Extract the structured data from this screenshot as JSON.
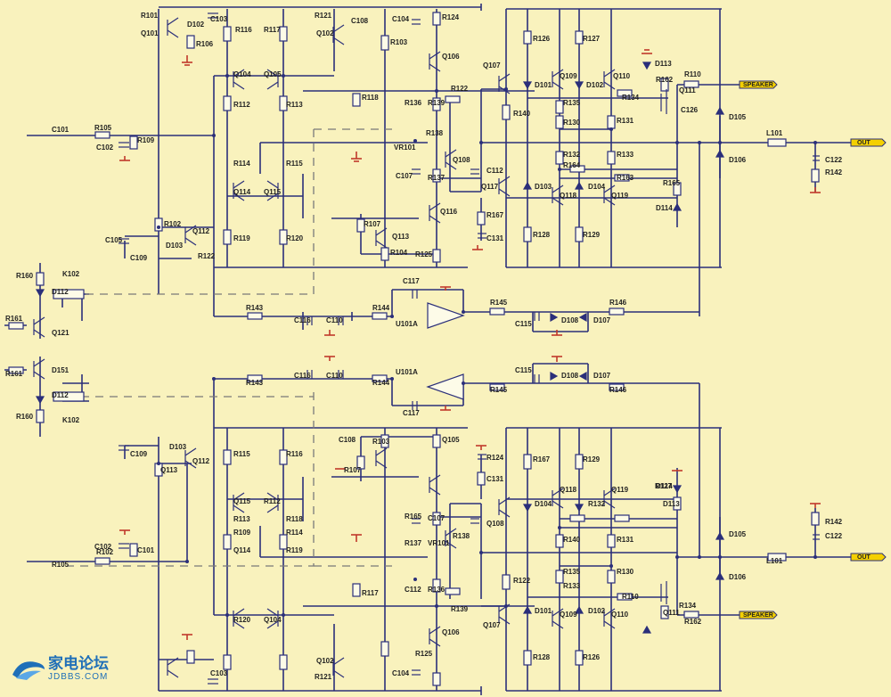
{
  "schematic": {
    "labels_top": [
      "R101",
      "Q101",
      "R106",
      "C103",
      "D102",
      "R116",
      "R117",
      "R121",
      "Q102",
      "R103",
      "C108",
      "C104",
      "R124",
      "Q106",
      "Q107",
      "R126",
      "R127",
      "D113",
      "R110",
      "Q104",
      "Q105",
      "R112",
      "R113",
      "R118",
      "R136",
      "R139",
      "R122",
      "D101",
      "Q109",
      "D102",
      "Q110",
      "R134",
      "R162",
      "Q111",
      "C126",
      "C101",
      "R105",
      "C102",
      "R109",
      "R114",
      "R115",
      "Q114",
      "Q115",
      "VR101",
      "R138",
      "Q108",
      "C107",
      "R137",
      "C112",
      "R140",
      "R135",
      "R130",
      "R131",
      "R132",
      "R133",
      "R164",
      "R163",
      "D103",
      "D104",
      "D105",
      "D106",
      "L101",
      "C122",
      "R142",
      "R165",
      "D114",
      "Q117",
      "Q118",
      "Q119",
      "C105",
      "C109",
      "R102",
      "Q112",
      "D103",
      "R122",
      "R119",
      "R120",
      "R107",
      "Q113",
      "R104",
      "R167",
      "C131",
      "R128",
      "R129",
      "R125",
      "Q116"
    ],
    "labels_mid": [
      "R160",
      "K102",
      "D112",
      "R161",
      "Q121",
      "C117",
      "U101A",
      "R143",
      "C116",
      "C110",
      "R144",
      "R145",
      "C115",
      "D108",
      "D107",
      "R146"
    ],
    "labels_bottom": [
      "R161",
      "D151",
      "R160",
      "K102",
      "C117",
      "C116",
      "C110",
      "R143",
      "R144",
      "U101A",
      "C115",
      "D108",
      "D107",
      "R145",
      "R146",
      "C108",
      "C109",
      "D112",
      "R103",
      "Q112",
      "D103",
      "R107",
      "Q113",
      "R102",
      "C102",
      "R105",
      "C101",
      "R109",
      "R114",
      "R115",
      "R116",
      "R117",
      "R118",
      "R113",
      "R112",
      "Q115",
      "Q114",
      "R119",
      "R120",
      "Q104",
      "Q105",
      "R124",
      "C131",
      "R167",
      "R128",
      "R126",
      "R129",
      "R127",
      "D113",
      "R162",
      "R110",
      "R134",
      "Q111",
      "R165",
      "C107",
      "R137",
      "VR101",
      "R138",
      "Q108",
      "C112",
      "R136",
      "R139",
      "R122",
      "R140",
      "R135",
      "R130",
      "R131",
      "R133",
      "R132",
      "D104",
      "D101",
      "D102",
      "D105",
      "D106",
      "L101",
      "C122",
      "R142",
      "Q118",
      "Q119",
      "Q109",
      "Q110",
      "D114",
      "Q107",
      "Q106",
      "R121",
      "Q102",
      "R125",
      "C103",
      "C104"
    ],
    "tag_top": "SPEAKER",
    "out_top": "OUT",
    "tag_bottom": "SPEAKER",
    "out_bottom": "OUT"
  },
  "logo": {
    "cn": "家电论坛",
    "en": "JDBBS.COM"
  },
  "colors": {
    "background": "#f9f2bd",
    "wire": "#2b2f7a",
    "ground": "#c0392b",
    "tag": "#f4d000",
    "logo": "#1f6fb8"
  }
}
